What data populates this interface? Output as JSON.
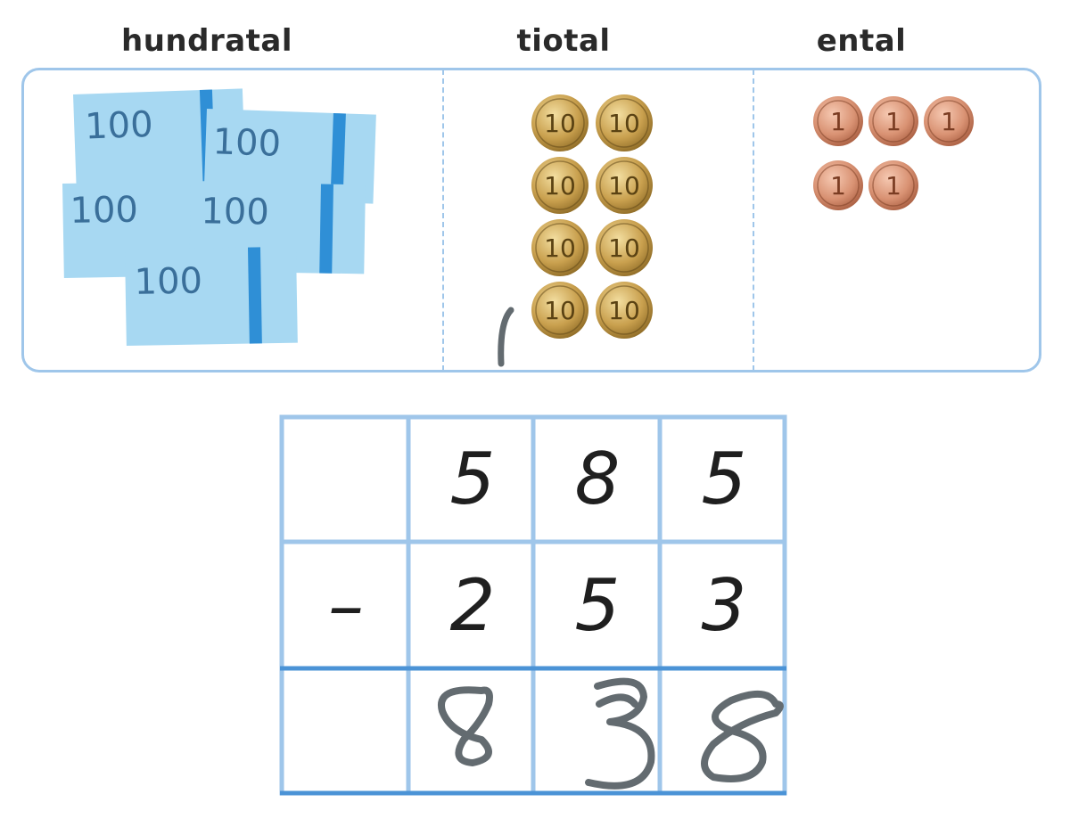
{
  "headings": {
    "hundreds": "hundratal",
    "tens": "tiotal",
    "ones": "ental"
  },
  "manipulatives": {
    "banknote_value": "100",
    "banknote_count": 5,
    "ten_coin_value": "10",
    "ten_coin_count": 8,
    "one_coin_value": "1",
    "one_coin_count": 5
  },
  "subtraction": {
    "row1": [
      "",
      "5",
      "8",
      "5"
    ],
    "row2": [
      "–",
      "2",
      "5",
      "3"
    ],
    "answer_handwritten": [
      "",
      "8",
      "3",
      "8"
    ]
  },
  "colors": {
    "grid_border": "#9fc6ea",
    "banknote": "#a7d8f2",
    "banknote_stripe": "#2f8fd6",
    "gold_coin": "#c9a04e",
    "copper_coin": "#d99273",
    "handwriting": "#636b70"
  }
}
